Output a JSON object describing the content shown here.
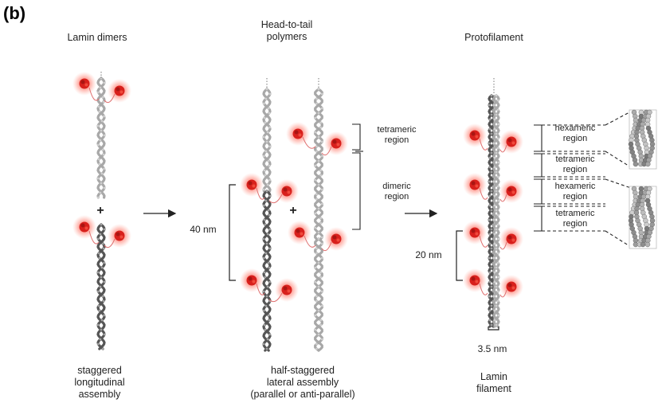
{
  "panel_label": "(b)",
  "columns": {
    "dimers_title": "Lamin dimers",
    "polymers_title_line1": "Head-to-tail",
    "polymers_title_line2": "polymers",
    "protofilament_title": "Protofilament"
  },
  "captions": {
    "left": [
      "staggered",
      "longitudinal",
      "assembly"
    ],
    "middle": [
      "half-staggered",
      "lateral assembly",
      "(parallel or anti-parallel)"
    ],
    "right": [
      "Lamin",
      "filament"
    ]
  },
  "measurements": {
    "stagger": "40 nm",
    "spacing": "20 nm",
    "width": "3.5 nm"
  },
  "regions_middle": {
    "tetrameric": [
      "tetrameric",
      "region"
    ],
    "dimeric": [
      "dimeric",
      "region"
    ]
  },
  "regions_right": [
    [
      "hexameric",
      "region"
    ],
    [
      "tetrameric",
      "region"
    ],
    [
      "hexameric",
      "region"
    ],
    [
      "tetrameric",
      "region"
    ]
  ],
  "plus_sign": "+",
  "colors": {
    "head_red": "#d8201c",
    "glow": "#ff6a5a",
    "coil_dark": "#555555",
    "coil_light": "#a8a8a8"
  }
}
